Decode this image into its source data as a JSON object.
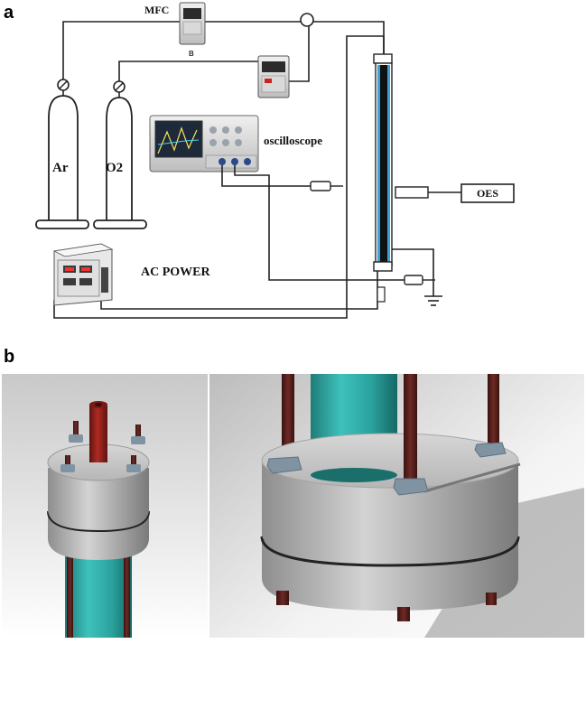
{
  "panel_a": {
    "letter": "a",
    "labels": {
      "mfc": "MFC",
      "mfc_sub": "B",
      "oscilloscope": "oscilloscope",
      "ar": "Ar",
      "o2": "O2",
      "ac_power": "AC POWER",
      "oes": "OES"
    },
    "colors": {
      "wire": "#222222",
      "tube_blue": "#3aa0d8",
      "tube_core": "#111111"
    }
  },
  "panel_b": {
    "letter": "b",
    "colors": {
      "cylinder_teal": "#2fa7a3",
      "flange_gray": "#b9b9b9",
      "rod_brown": "#5a1d1a",
      "nut_blue": "#7f93a3",
      "electrode_red": "#8c1f1b"
    }
  }
}
